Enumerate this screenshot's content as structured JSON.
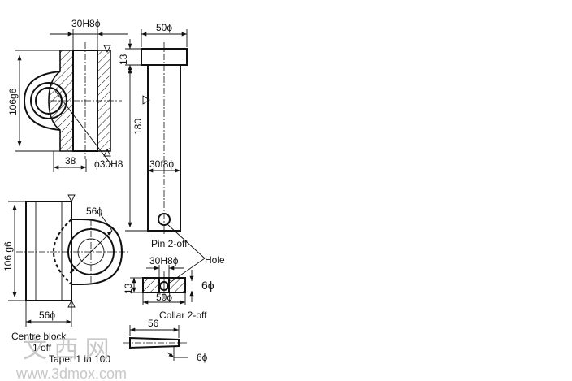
{
  "labels": {
    "dim_30h8_top": "30H8ϕ",
    "dim_106g6_top": "106g6",
    "dim_38": "38",
    "dim_30h8_bottom": "ϕ30H8",
    "dim_50_pin": "50ϕ",
    "dim_13_pin": "13",
    "dim_180": "180",
    "dim_30f8": "30f8ϕ",
    "pin_caption": "Pin 2-off",
    "hole_label": "Hole",
    "dim_30h8_collar": "30H8ϕ",
    "dim_13_collar": "13",
    "dim_6_collar": "6ϕ",
    "dim_50_collar": "50ϕ",
    "collar_caption": "Collar 2-off",
    "dim_106g6_front": "106 g6",
    "dim_56_front": "56ϕ",
    "dim_56_circle": "56ϕ",
    "block_caption_1": "Centre block",
    "block_caption_2": "1 off",
    "dim_56_taper": "56",
    "dim_6_taper": "6ϕ",
    "taper_caption": "Taper 1 in 100"
  },
  "watermark": {
    "chinese": "文 西 网",
    "url": "www.3dmox.com"
  }
}
